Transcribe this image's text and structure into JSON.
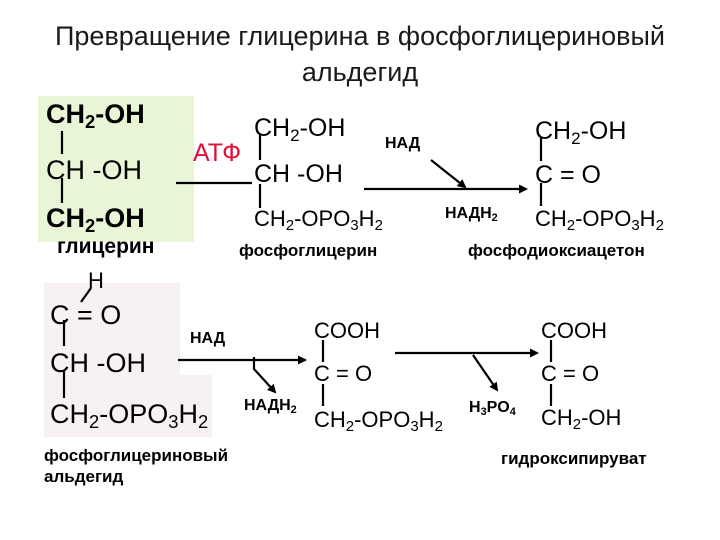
{
  "title": {
    "line1": "Превращение глицерина в фосфоглицериновый",
    "line2": "альдегид"
  },
  "colors": {
    "glycerol_highlight": "#e9f5d7",
    "aldehyde_highlight": "#f7f2f1",
    "atp": "#e0103a",
    "text": "#000000"
  },
  "glycerol": {
    "line1": "CH",
    "line1_sub": "2",
    "line1_end": "-OH",
    "line2": "CH -OH",
    "line3": "CH",
    "line3_sub": "2",
    "line3_end": "-OH",
    "name": "глицерин"
  },
  "atp": "АТФ",
  "phosphoglycerol": {
    "line1": "CH",
    "line1_sub": "2",
    "line1_end": "-OH",
    "line2": "CH -OH",
    "line3_a": "CH",
    "line3_sub1": "2",
    "line3_b": "-OPO",
    "line3_sub2": "3",
    "line3_c": "H",
    "line3_sub3": "2",
    "name": "фосфоглицерин"
  },
  "reaction1": {
    "nad": "НАД",
    "nadh_a": "НАДН",
    "nadh_sub": "2"
  },
  "dhap": {
    "line1": "CH",
    "line1_sub": "2",
    "line1_end": "-OH",
    "line2": "C = O",
    "line3_a": "CH",
    "line3_sub1": "2",
    "line3_b": "-OPO",
    "line3_sub2": "3",
    "line3_c": "H",
    "line3_sub3": "2",
    "name": "фосфодиоксиацетон"
  },
  "aldehyde": {
    "h": "H",
    "line1": "C = O",
    "line2": "CH -OH",
    "line3_a": "CH",
    "line3_sub1": "2",
    "line3_b": "-OPO",
    "line3_sub2": "3",
    "line3_c": "H",
    "line3_sub3": "2",
    "name_line1": "фосфоглицериновый",
    "name_line2": "альдегид"
  },
  "reaction2": {
    "nad": "НАД",
    "nadh_a": "НАДН",
    "nadh_sub": "2"
  },
  "phosphoglyceric": {
    "line1": "COOH",
    "line2": "C = O",
    "line3_a": "CH",
    "line3_sub1": "2",
    "line3_b": "-OPO",
    "line3_sub2": "3",
    "line3_c": "H",
    "line3_sub3": "2"
  },
  "reaction3": {
    "h3po4_a": "H",
    "h3po4_sub1": "3",
    "h3po4_b": "PO",
    "h3po4_sub2": "4"
  },
  "hydroxypyruvate": {
    "line1": "COOH",
    "line2": "C = O",
    "line3": "CH",
    "line3_sub": "2",
    "line3_end": "-OH",
    "name": "гидроксипируват"
  }
}
